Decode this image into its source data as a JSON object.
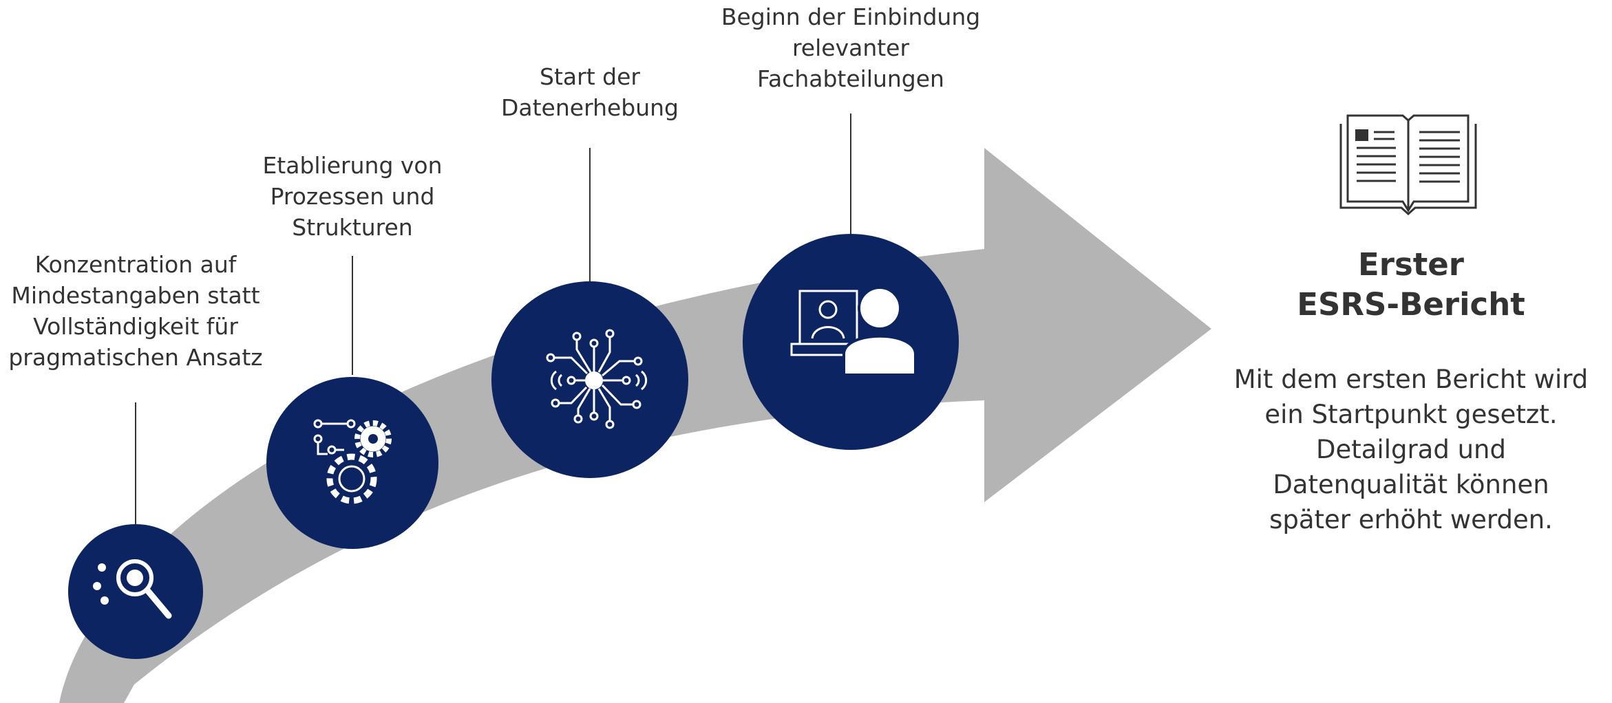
{
  "steps": [
    {
      "lines": [
        "Konzentration auf",
        "Mindestangaben statt",
        "Vollständigkeit für",
        "pragmatischen Ansatz"
      ],
      "icon": "search-magnifier-icon"
    },
    {
      "lines": [
        "Etablierung von",
        "Prozessen und",
        "Strukturen"
      ],
      "icon": "process-gears-icon"
    },
    {
      "lines": [
        "Start der",
        "Datenerhebung"
      ],
      "icon": "data-circuit-icon"
    },
    {
      "lines": [
        "Beginn der Einbindung",
        "relevanter",
        "Fachabteilungen"
      ],
      "icon": "video-call-person-icon"
    }
  ],
  "report": {
    "title_lines": [
      "Erster",
      "ESRS-Bericht"
    ],
    "text_lines": [
      "Mit dem ersten Bericht wird",
      "ein Startpunkt gesetzt.",
      "Detailgrad und",
      "Datenqualität können",
      "später erhöht werden."
    ],
    "icon": "open-book-icon"
  },
  "colors": {
    "arrow": "#b4b4b4",
    "circle": "#0c2461",
    "text": "#333333",
    "icon": "#ffffff"
  }
}
